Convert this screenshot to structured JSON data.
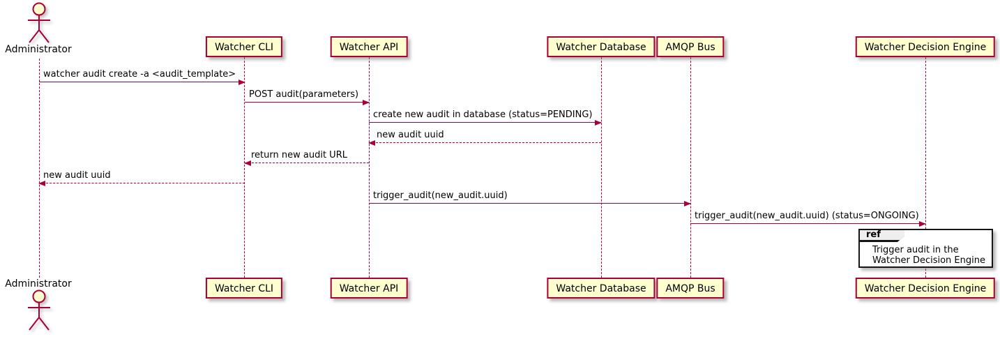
{
  "diagram": {
    "type": "sequence",
    "colors": {
      "participant_fill": "#FEFECE",
      "participant_border": "#A80036",
      "line": "#A80036",
      "text": "#000000",
      "ref_border": "#151515",
      "ref_tab_fill": "#EEEEEE",
      "background": "#FFFFFF"
    }
  },
  "actor": {
    "label": "Administrator"
  },
  "participants": [
    {
      "label": "Watcher CLI"
    },
    {
      "label": "Watcher API"
    },
    {
      "label": "Watcher Database"
    },
    {
      "label": "AMQP Bus"
    },
    {
      "label": "Watcher Decision Engine"
    }
  ],
  "messages": [
    {
      "from": "Administrator",
      "to": "Watcher CLI",
      "style": "solid",
      "label": "watcher audit create -a <audit_template>"
    },
    {
      "from": "Watcher CLI",
      "to": "Watcher API",
      "style": "solid",
      "label": "POST audit(parameters)"
    },
    {
      "from": "Watcher API",
      "to": "Watcher Database",
      "style": "solid",
      "label": "create new audit in database (status=PENDING)"
    },
    {
      "from": "Watcher Database",
      "to": "Watcher API",
      "style": "dashed",
      "label": "new audit uuid"
    },
    {
      "from": "Watcher API",
      "to": "Watcher CLI",
      "style": "dashed",
      "label": "return new audit URL"
    },
    {
      "from": "Watcher CLI",
      "to": "Administrator",
      "style": "dashed",
      "label": "new audit uuid"
    },
    {
      "from": "Watcher API",
      "to": "AMQP Bus",
      "style": "solid",
      "label": "trigger_audit(new_audit.uuid)"
    },
    {
      "from": "AMQP Bus",
      "to": "Watcher Decision Engine",
      "style": "solid",
      "label": "trigger_audit(new_audit.uuid) (status=ONGOING)"
    }
  ],
  "ref": {
    "tab_label": "ref",
    "line1": "Trigger audit in the",
    "line2": "Watcher Decision Engine"
  }
}
